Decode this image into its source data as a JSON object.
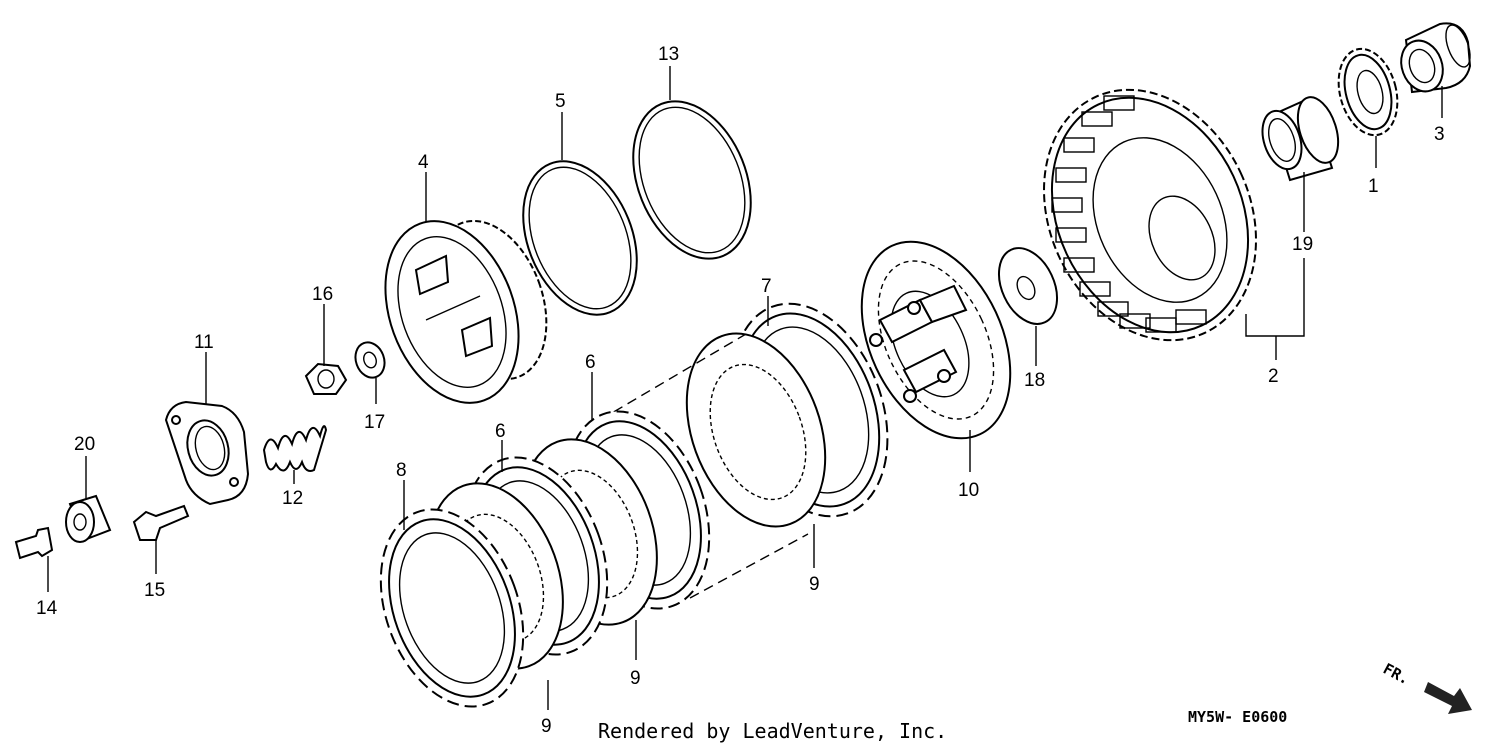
{
  "callouts": {
    "c1": "1",
    "c2": "2",
    "c3": "3",
    "c4": "4",
    "c5": "5",
    "c6a": "6",
    "c6b": "6",
    "c7": "7",
    "c8": "8",
    "c9a": "9",
    "c9b": "9",
    "c9c": "9",
    "c10": "10",
    "c11": "11",
    "c12": "12",
    "c13": "13",
    "c14": "14",
    "c15": "15",
    "c16": "16",
    "c17": "17",
    "c18": "18",
    "c19": "19",
    "c20": "20"
  },
  "direction_label": "FR.",
  "diagram_code": "MY5W- E0600",
  "footer_credit": "Rendered by LeadVenture, Inc."
}
